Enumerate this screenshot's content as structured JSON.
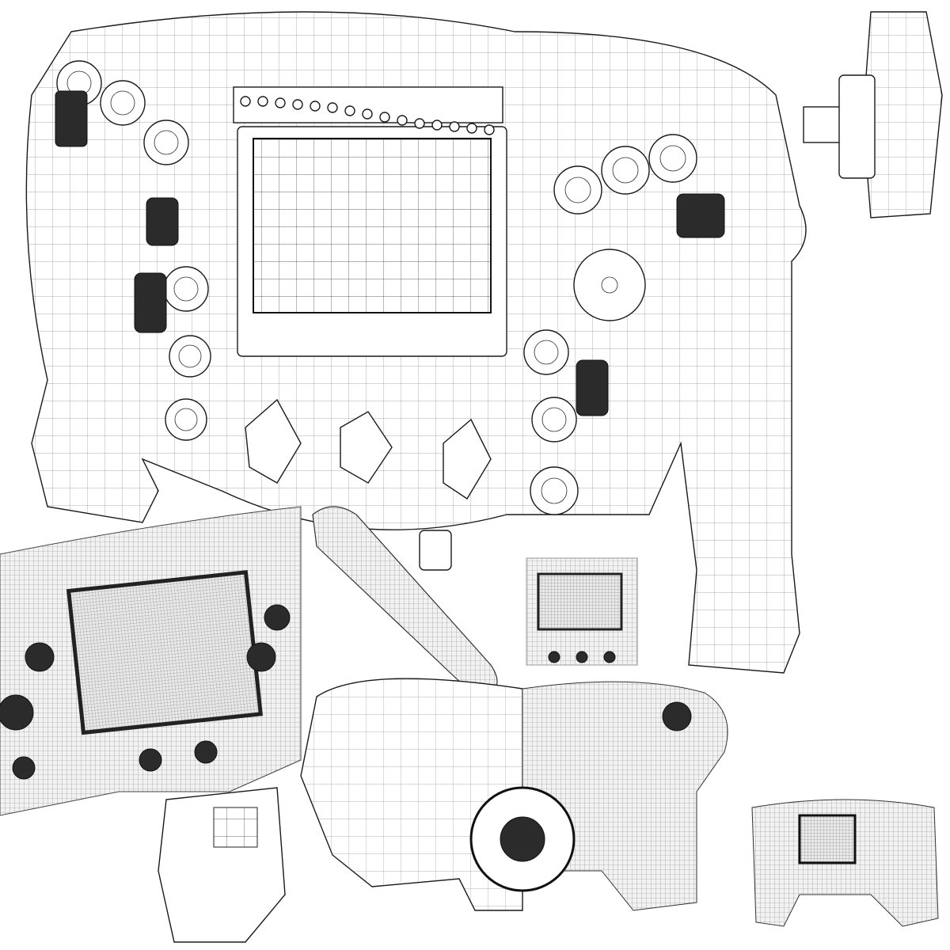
{
  "colors": {
    "background": "#ffffff",
    "line": "#1a1a1a",
    "dense_mesh": "#9a9a9a"
  },
  "views": [
    "main-wireframe-front",
    "side-view",
    "closeup-dense-mesh",
    "top-view",
    "screen-thumbnail",
    "front-back-split-view",
    "small-wireframe-thumb",
    "small-dense-thumb"
  ]
}
